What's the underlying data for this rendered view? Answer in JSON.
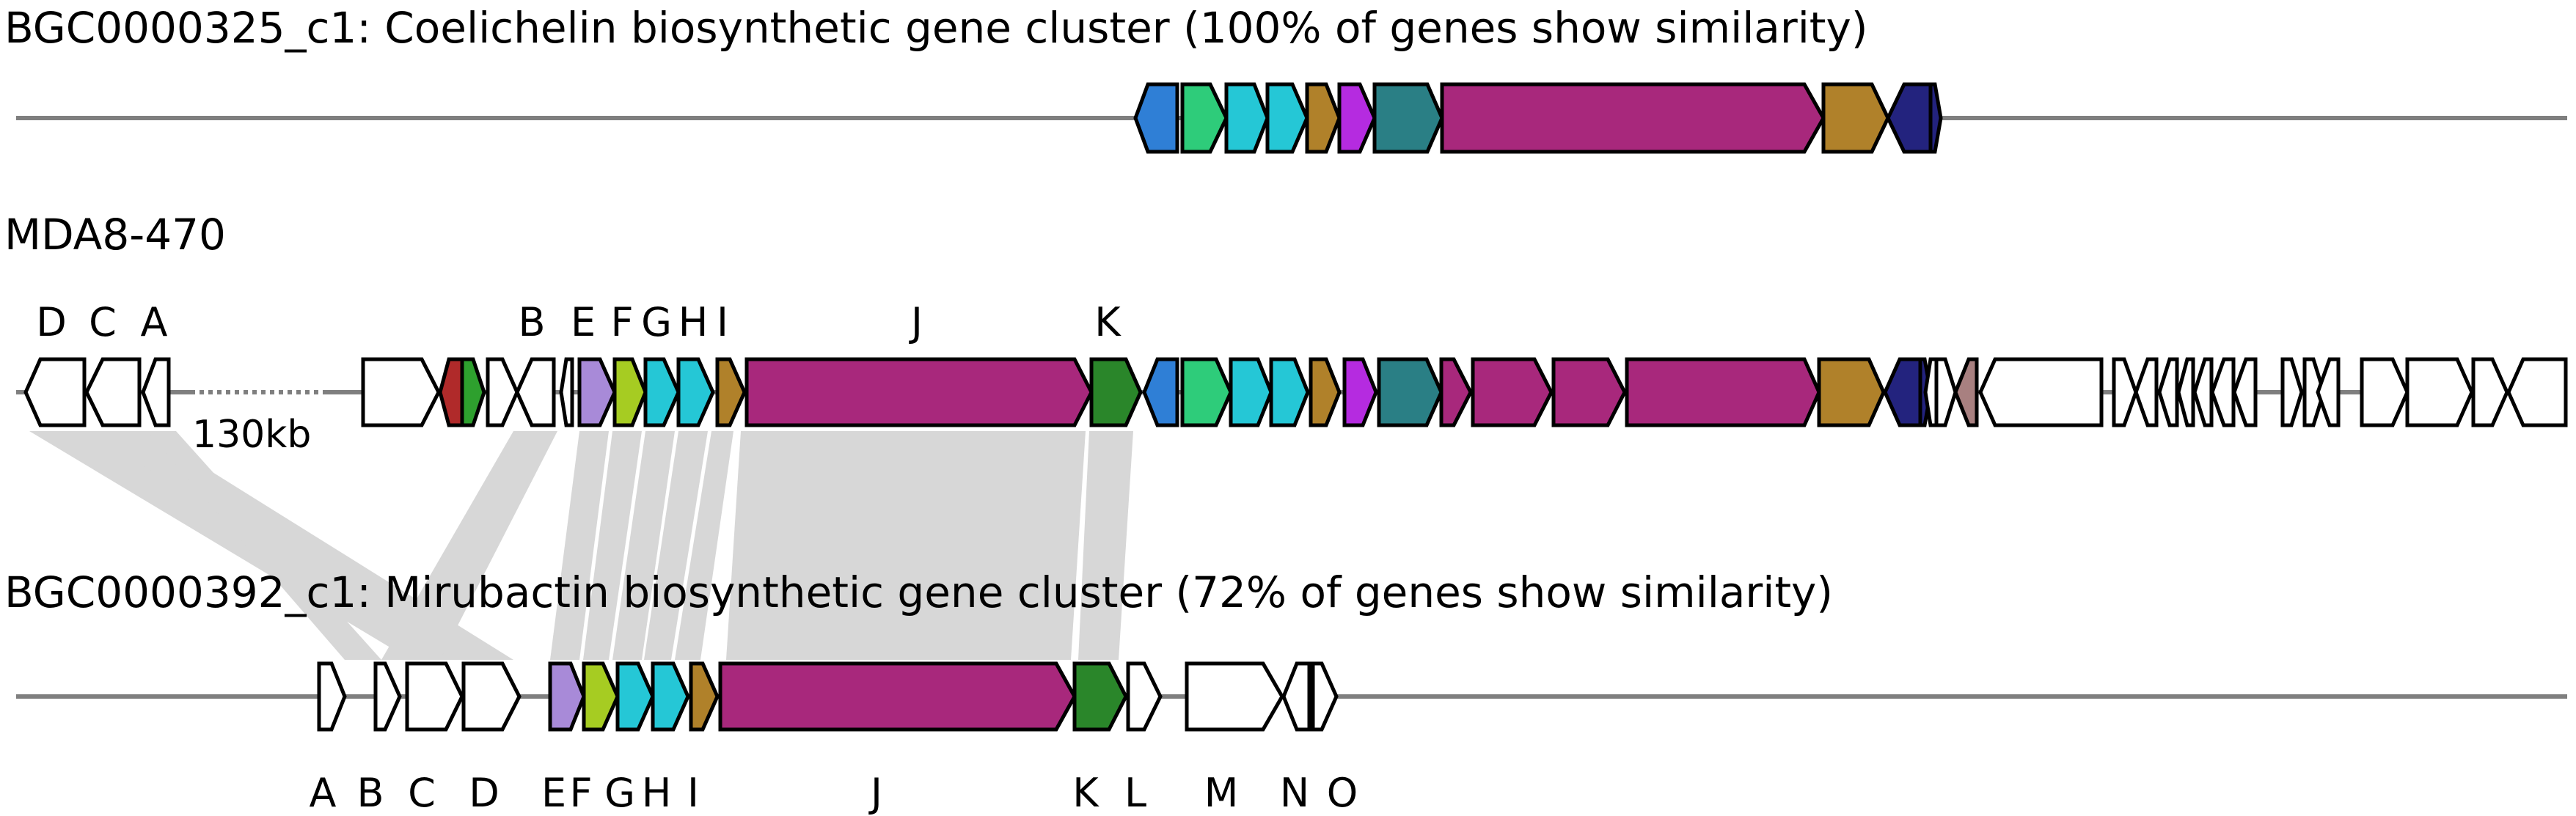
{
  "colors": {
    "backbone": "#7f7f7f",
    "link": "#d7d7d7",
    "outline": "#000000",
    "white": "#ffffff",
    "blue": "#2f7fd6",
    "green": "#2ecc7a",
    "cyan": "#25c7d6",
    "gold": "#b0812a",
    "purple": "#b52be0",
    "teal": "#2a7f85",
    "magenta": "#a8287c",
    "navy": "#23237e",
    "red": "#b02a2a",
    "brightgreen": "#2ea02e",
    "lavender": "#a88ad8",
    "lime": "#a6cc22",
    "darkgreen": "#2a862a",
    "mauve": "#a88080"
  },
  "clusters": {
    "top": {
      "title": "BGC0000325_c1: Coelichelin biosynthetic gene cluster (100% of genes show similarity)"
    },
    "middle": {
      "title": "MDA8-470",
      "gap_label": "130kb",
      "labels": [
        "D",
        "C",
        "A",
        "B",
        "E",
        "F",
        "G",
        "H",
        "I",
        "J",
        "K"
      ]
    },
    "bottom": {
      "title": "BGC0000392_c1: Mirubactin biosynthetic gene cluster (72% of genes show similarity)",
      "labels": [
        "A",
        "B",
        "C",
        "D",
        "E",
        "F",
        "G",
        "H",
        "I",
        "J",
        "K",
        "L",
        "M",
        "N",
        "O"
      ]
    }
  }
}
